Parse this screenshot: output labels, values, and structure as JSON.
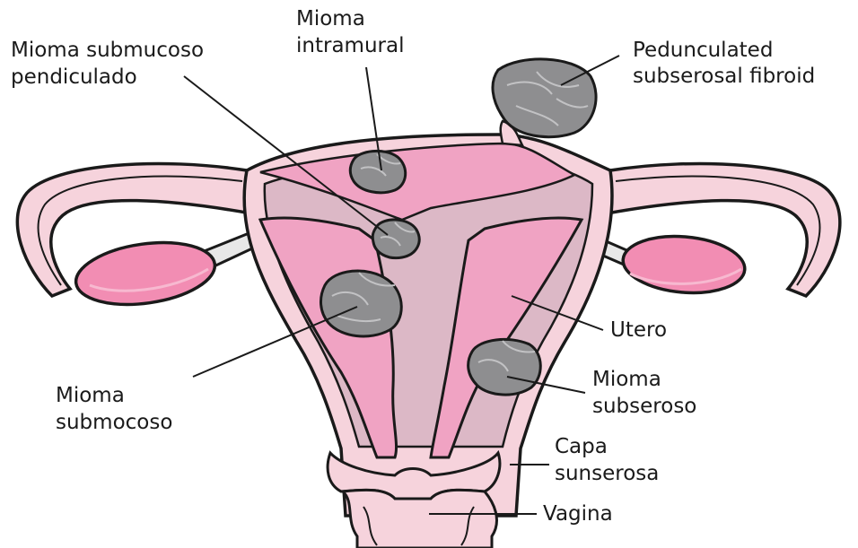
{
  "labels": {
    "submucoso_pendiculado": [
      "Mioma submucoso",
      "pendiculado"
    ],
    "intramural": [
      "Mioma",
      "intramural"
    ],
    "pedunculated": [
      "Pedunculated",
      "subserosal fibroid"
    ],
    "utero": [
      "Utero"
    ],
    "submocoso": [
      "Mioma",
      "submocoso"
    ],
    "subseroso": [
      "Mioma",
      "subseroso"
    ],
    "capa": [
      "Capa",
      "sunserosa"
    ],
    "vagina": [
      "Vagina"
    ]
  },
  "colors": {
    "outline": "#1a1a1a",
    "tissue_light": "#f6d3dc",
    "tissue_mid": "#dcb8c6",
    "cavity_pink": "#f0a3c3",
    "ovary_pink": "#f28db3",
    "fibroid_grey": "#8e8e90",
    "fibroid_line": "#c2c2c4",
    "ligament": "#e8e8e8"
  }
}
